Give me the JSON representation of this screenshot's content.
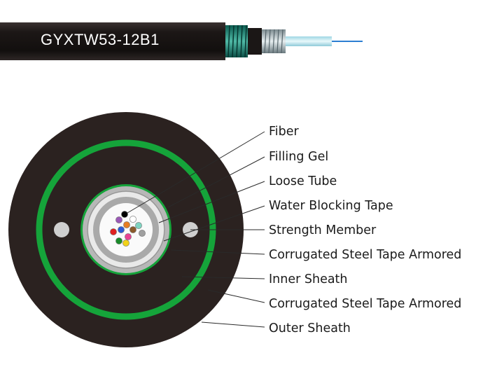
{
  "cable": {
    "model": "GYXTW53-12B1"
  },
  "labels": [
    "Fiber",
    "Filling Gel",
    "Loose Tube",
    "Water Blocking Tape",
    "Strength Member",
    "Corrugated Steel Tape Armored",
    "Inner Sheath",
    "Corrugated Steel Tape Armored",
    "Outer Sheath"
  ],
  "colors": {
    "sheath": "#2b2220",
    "armor_ring": "#15a43a",
    "steel": "#b7b7b7",
    "strength_member": "#cfcfcf",
    "fiber_glass": "#bfe6ef",
    "fiber_core": "#2c7fd2"
  },
  "fibers": [
    {
      "color": "#000000"
    },
    {
      "color": "#ffffff"
    },
    {
      "color": "#9b59b6"
    },
    {
      "color": "#e67e22"
    },
    {
      "color": "#7fd4c1"
    },
    {
      "color": "#e02020"
    },
    {
      "color": "#2c5cd6"
    },
    {
      "color": "#8b5a2b"
    },
    {
      "color": "#a0a0a0"
    },
    {
      "color": "#e84393"
    },
    {
      "color": "#1a8a2a"
    },
    {
      "color": "#f1d21a"
    }
  ]
}
